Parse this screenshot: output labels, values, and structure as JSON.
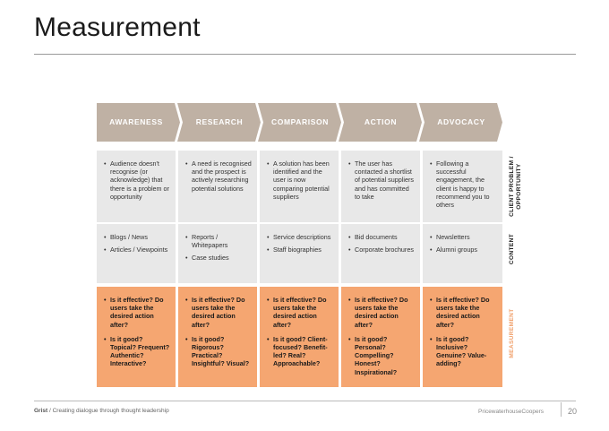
{
  "page": {
    "title": "Measurement",
    "footer_brand": "Grist",
    "footer_tagline": "/ Creating dialogue through thought leadership",
    "footer_company": "PricewaterhouseCoopers",
    "page_number": "20"
  },
  "colors": {
    "stage_fill": "#bfb1a4",
    "grey_cell": "#e8e8e8",
    "measure_cell": "#f5a671",
    "measure_label": "#f0a06b"
  },
  "stages": [
    "AWARENESS",
    "RESEARCH",
    "COMPARISON",
    "ACTION",
    "ADVOCACY"
  ],
  "row_labels": {
    "problem_line1": "CLIENT PROBLEM /",
    "problem_line2": "OPPORTUNITY",
    "content": "CONTENT",
    "measurement": "MEASUREMENT"
  },
  "problem": [
    [
      "Audience doesn't recognise (or acknowledge) that there is a problem or opportunity"
    ],
    [
      "A need is recognised and the prospect is actively researching potential solutions"
    ],
    [
      "A solution has been identified and the user is now comparing potential suppliers"
    ],
    [
      "The user has contacted a shortlist of potential suppliers and has committed to take"
    ],
    [
      "Following a successful engagement, the client is happy to recommend you to others"
    ]
  ],
  "content": [
    [
      "Blogs / News",
      "Articles / Viewpoints"
    ],
    [
      "Reports / Whitepapers",
      "Case studies"
    ],
    [
      "Service descriptions",
      "Staff biographies"
    ],
    [
      "Bid documents",
      "Corporate brochures"
    ],
    [
      "Newsletters",
      "Alumni groups"
    ]
  ],
  "measurement": [
    [
      "Is it effective? Do users take the desired action after?",
      "Is it good? Topical? Frequent? Authentic? Interactive?"
    ],
    [
      "Is it effective? Do users take the desired action after?",
      "Is it good? Rigorous? Practical? Insightful? Visual?"
    ],
    [
      "Is it effective? Do users take the desired action after?",
      "Is it good? Client-focused? Benefit-led? Real? Approachable?"
    ],
    [
      "Is it effective? Do users take the desired action after?",
      "Is it good? Personal? Compelling? Honest? Inspirational?"
    ],
    [
      "Is it effective? Do users take the desired action after?",
      "Is it good? Inclusive? Genuine? Value-adding?"
    ]
  ]
}
